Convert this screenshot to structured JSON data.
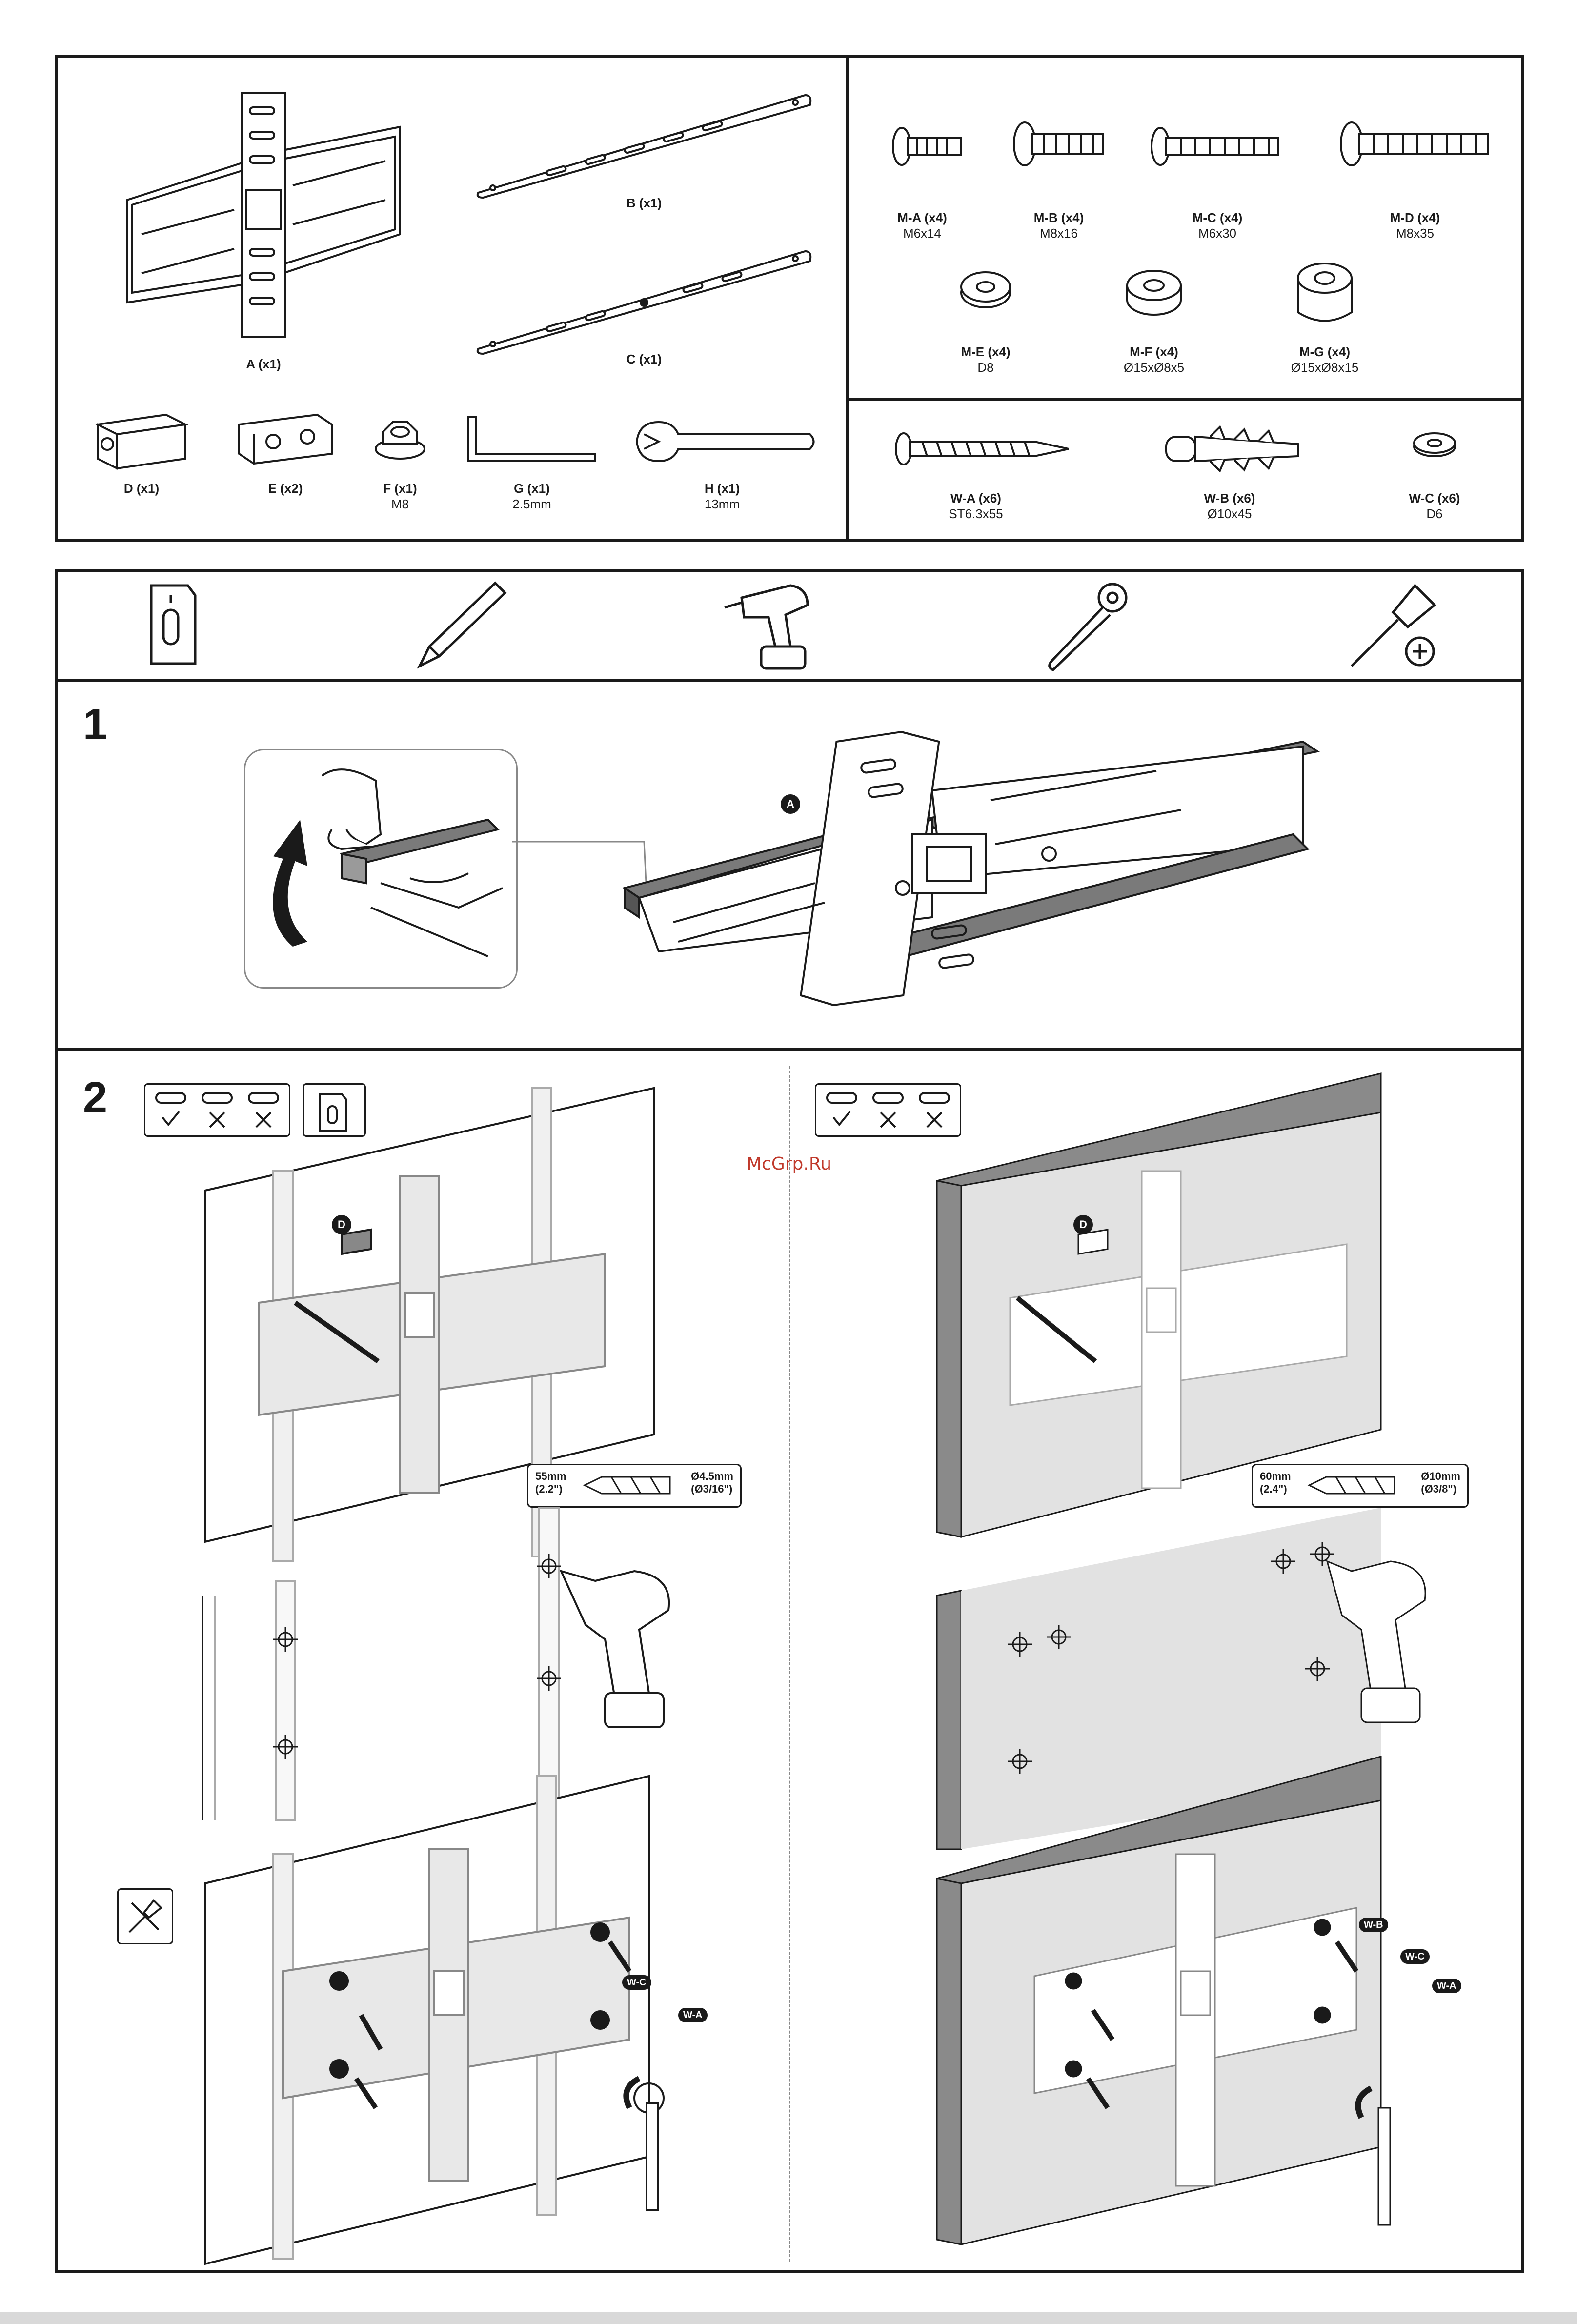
{
  "parts_left": [
    {
      "id": "A",
      "code": "A (x1)",
      "spec": ""
    },
    {
      "id": "B",
      "code": "B (x1)",
      "spec": ""
    },
    {
      "id": "C",
      "code": "C (x1)",
      "spec": ""
    },
    {
      "id": "D",
      "code": "D (x1)",
      "spec": ""
    },
    {
      "id": "E",
      "code": "E (x2)",
      "spec": ""
    },
    {
      "id": "F",
      "code": "F (x1)",
      "spec": "M8"
    },
    {
      "id": "G",
      "code": "G (x1)",
      "spec": "2.5mm"
    },
    {
      "id": "H",
      "code": "H (x1)",
      "spec": "13mm"
    }
  ],
  "parts_m": [
    {
      "code": "M-A (x4)",
      "spec": "M6x14"
    },
    {
      "code": "M-B (x4)",
      "spec": "M8x16"
    },
    {
      "code": "M-C (x4)",
      "spec": "M6x30"
    },
    {
      "code": "M-D (x4)",
      "spec": "M8x35"
    },
    {
      "code": "M-E (x4)",
      "spec": "D8"
    },
    {
      "code": "M-F (x4)",
      "spec": "Ø15xØ8x5"
    },
    {
      "code": "M-G (x4)",
      "spec": "Ø15xØ8x15"
    }
  ],
  "parts_w": [
    {
      "code": "W-A (x6)",
      "spec": "ST6.3x55"
    },
    {
      "code": "W-B (x6)",
      "spec": "Ø10x45"
    },
    {
      "code": "W-C (x6)",
      "spec": "D6"
    }
  ],
  "tools": [
    {
      "name": "stud-finder-icon"
    },
    {
      "name": "pencil-icon"
    },
    {
      "name": "drill-icon"
    },
    {
      "name": "socket-wrench-icon"
    },
    {
      "name": "phillips-screwdriver-icon"
    }
  ],
  "steps": {
    "step1": {
      "number": "1",
      "part_badge": "A"
    },
    "step2": {
      "number": "2",
      "part_badge_left": "D",
      "part_badge_right": "D"
    }
  },
  "drill_left": {
    "depth": "55mm",
    "depth_in": "(2.2\")",
    "bit": "Ø4.5mm",
    "bit_in": "(Ø3/16\")"
  },
  "drill_right": {
    "depth": "60mm",
    "depth_in": "(2.4\")",
    "bit": "Ø10mm",
    "bit_in": "(Ø3/8\")"
  },
  "badges_left": {
    "wc": "W-C",
    "wa": "W-A"
  },
  "badges_right": {
    "wb": "W-B",
    "wc": "W-C",
    "wa": "W-A"
  },
  "watermark": "McGrp.Ru",
  "colors": {
    "ink": "#1a1a1a",
    "panel_grey": "#e2e2e2",
    "wall_grey": "#8a8a8a",
    "pad_grey": "#7a7a7a"
  }
}
